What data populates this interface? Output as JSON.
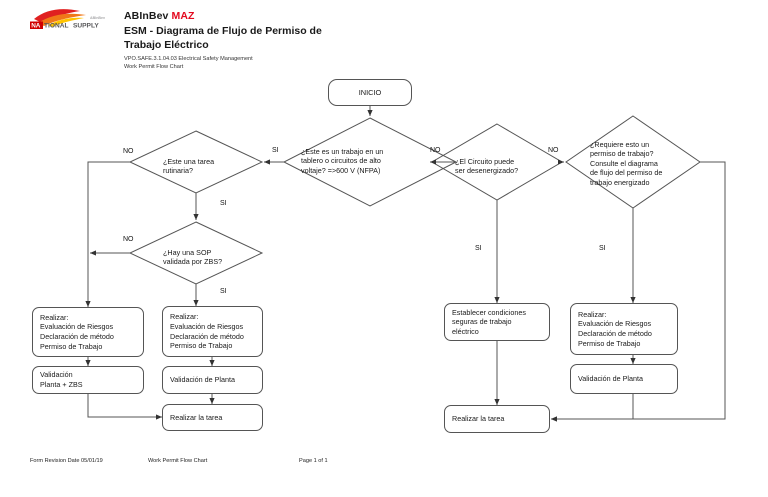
{
  "header": {
    "logo_alt": "national-supply-logo",
    "company": "ABInBev",
    "company_suffix": "MAZ",
    "title": "ESM - Diagrama de Flujo de Permiso de Trabajo Eléctrico",
    "subtitle_1": "VPO.SAFE.3.1.04.03 Electrical Safety Management",
    "subtitle_2": "Work Permit Flow Chart"
  },
  "footer": {
    "revision": "Form Revision Date  05/01/19",
    "doc_name": "Work Permit Flow Chart",
    "page": "Page 1 of 1"
  },
  "flowchart": {
    "start": "INICIO",
    "decisions": {
      "d_high_voltage": "¿Este es un trabajo en un\ntablero o circuitos de alto\nvoltaje?  =>600 V (NFPA)",
      "d_routine": "¿Este una tarea\nrutinaria?",
      "d_sop": "¿Hay una SOP\nvalidada por ZBS?",
      "d_deenergize": "¿El Circuito puede\nser desenergizado?",
      "d_permit": "¿Requiere esto un\npermiso de trabajo?\nConsulte el diagrama\nde flujo del permiso de\ntrabajo energizado"
    },
    "processes": {
      "p_realizar_left": "Realizar:\nEvaluación de Riesgos\nDeclaración de método\nPermiso de Trabajo",
      "p_validacion_zbs": "Validación\nPlanta  + ZBS",
      "p_realizar_mid": "Realizar:\nEvaluación de Riesgos\nDeclaración de método\nPermiso de Trabajo",
      "p_validacion_planta_mid": "Validación de Planta",
      "p_realizar_tarea_mid": "Realizar la tarea",
      "p_condiciones_seguras": "Establecer condiciones\nseguras de trabajo\neléctrico",
      "p_realizar_tarea_center": "Realizar la tarea",
      "p_realizar_right": "Realizar:\nEvaluación de Riesgos\nDeclaración de método\nPermiso de Trabajo",
      "p_validacion_planta_right": "Validación de Planta"
    },
    "edge_labels": {
      "hv_si": "SI",
      "hv_no": "NO",
      "routine_no": "NO",
      "routine_si": "SI",
      "sop_no": "NO",
      "sop_si": "SI",
      "deenergize_no": "NO",
      "deenergize_si": "SI",
      "permit_si": "SI"
    }
  },
  "colors": {
    "accent_red": "#e3091e",
    "line": "#555555",
    "text": "#1a1a1a"
  }
}
